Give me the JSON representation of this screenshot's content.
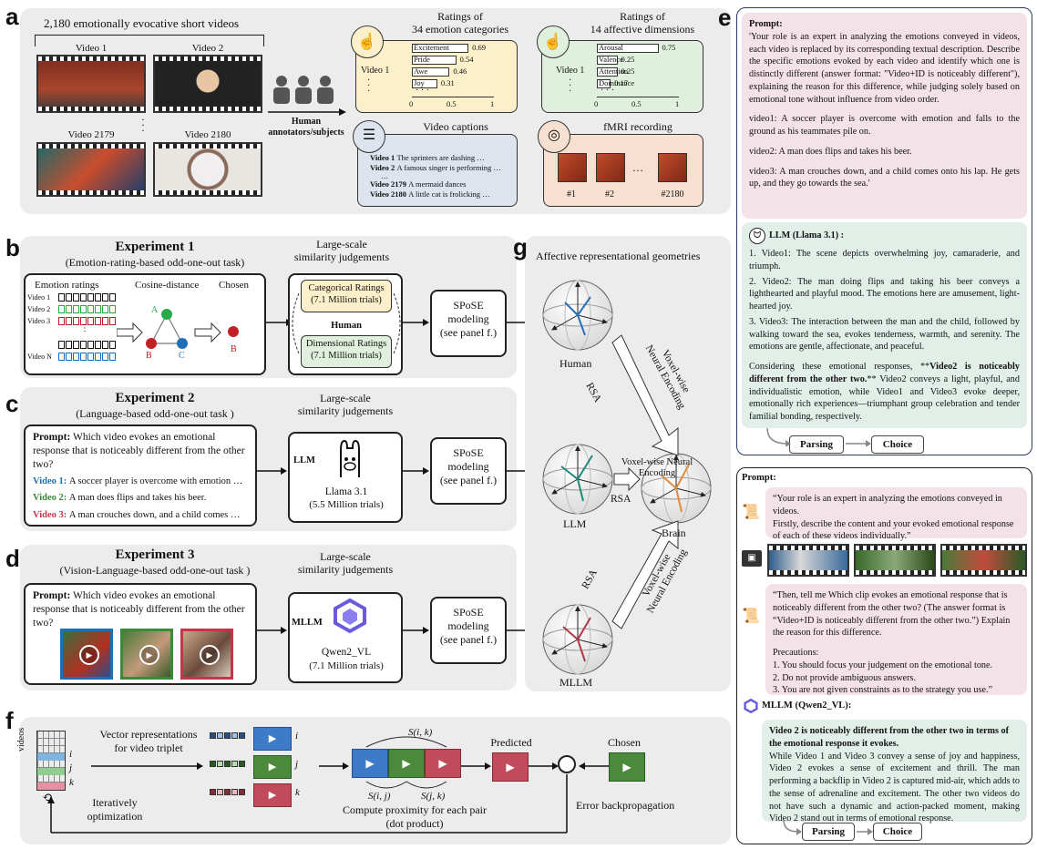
{
  "labels": {
    "a": "a",
    "b": "b",
    "c": "c",
    "d": "d",
    "e": "e",
    "f": "f",
    "g": "g"
  },
  "panel_a": {
    "title": "2,180 emotionally evocative short videos",
    "videos": [
      "Video 1",
      "Video 2",
      "Video 2179",
      "Video 2180"
    ],
    "annotators": "Human\nannotators/subjects",
    "ratings1_title": "Ratings of\n34 emotion categories",
    "ratings1_items": [
      {
        "label": "Excitement",
        "value": "0.69"
      },
      {
        "label": "Pride",
        "value": "0.54"
      },
      {
        "label": "Awe",
        "value": "0.46"
      },
      {
        "label": "Joy",
        "value": "0.31"
      }
    ],
    "ratings1_rowlabel": "Video 1",
    "ratings2_title": "Ratings of\n14 affective dimensions",
    "ratings2_items": [
      {
        "label": "Arousal",
        "value": "0.75"
      },
      {
        "label": "Valence",
        "value": "0.25"
      },
      {
        "label": "Attention",
        "value": "0.25"
      },
      {
        "label": "Dominance",
        "value": "0.17"
      }
    ],
    "ratings2_rowlabel": "Video 1",
    "axis_ticks": [
      "0",
      "0.5",
      "1"
    ],
    "captions_title": "Video captions",
    "captions": [
      {
        "vid": "Video 1",
        "text": "The sprinters are dashing …"
      },
      {
        "vid": "Video 2",
        "text": "A famous singer is performing …"
      },
      {
        "vid": "Video 2179",
        "text": "A mermaid dances"
      },
      {
        "vid": "Video 2180",
        "text": "A little cat is frolicking …"
      }
    ],
    "fmri_title": "fMRI recording",
    "fmri_labels": [
      "#1",
      "#2",
      "#2180"
    ]
  },
  "panel_b": {
    "title": "Experiment 1",
    "subtitle": "(Emotion-rating-based odd-one-out task)",
    "emotion_ratings": "Emotion ratings",
    "video_labels": [
      "Video 1",
      "Video 2",
      "Video 3",
      "Video N"
    ],
    "cosine": "Cosine-distance",
    "chosen": "Chosen",
    "nodes": [
      "A",
      "B",
      "C"
    ],
    "chosen_node": "B",
    "judgements": "Large-scale\nsimilarity judgements",
    "cat_ratings": "Categorical Ratings\n(7.1 Million trials)",
    "human": "Human",
    "dim_ratings": "Dimensional Ratings\n(7.1 Million trials)",
    "spose": "SPoSE\nmodeling\n(see panel f.)"
  },
  "panel_c": {
    "title": "Experiment 2",
    "subtitle": "(Language-based odd-one-out task )",
    "prompt_label": "Prompt:",
    "prompt_text": "Which video evokes an emotional response that is noticeably different from the other two?",
    "video_lines": [
      {
        "vid": "Video 1:",
        "text": "A soccer player is overcome with emotion …",
        "color": "#1f6fb5"
      },
      {
        "vid": "Video 2:",
        "text": "A man does flips and takes his beer.",
        "color": "#3a8a3a"
      },
      {
        "vid": "Video 3:",
        "text": "A man crouches down, and a child comes …",
        "color": "#c0364b"
      }
    ],
    "judgements": "Large-scale\nsimilarity judgements",
    "model_tag": "LLM",
    "model_name": "Llama 3.1",
    "model_trials": "(5.5 Million trials)",
    "spose": "SPoSE\nmodeling\n(see panel f.)"
  },
  "panel_d": {
    "title": "Experiment 3",
    "subtitle": "(Vision-Language-based odd-one-out task )",
    "prompt_label": "Prompt:",
    "prompt_text": "Which video evokes an emotional response that is noticeably different from the other two?",
    "judgements": "Large-scale\nsimilarity judgements",
    "model_tag": "MLLM",
    "model_name": "Qwen2_VL",
    "model_trials": "(7.1 Million trials)",
    "spose": "SPoSE\nmodeling\n(see panel f.)"
  },
  "panel_g": {
    "title": "Affective representational geometries",
    "human": "Human",
    "llm": "LLM",
    "mllm": "MLLM",
    "brain": "Brain",
    "voxel1": "Voxel-wise\nNeural Encoding",
    "rsa1": "RSA",
    "voxel2": "Voxel-wise Neural\nEncoding",
    "rsa2": "RSA",
    "voxel3": "Voxel-wise\nNeural Encoding",
    "rsa3": "RSA"
  },
  "panel_e": {
    "prompt_label": "Prompt:",
    "prompt_para1": "'Your role is an expert in analyzing the emotions conveyed in videos, each video is replaced by its corresponding textual description. Describe the specific emotions evoked by each video and identify which one is distinctly different (answer format: \"Video+ID is noticeably different\"), explaining the reason for this difference, while judging solely based on emotional tone without influence from video order.",
    "prompt_para2": "video1: A soccer player is overcome with emotion and falls to the ground as his teammates pile on.",
    "prompt_para3": "video2: A man does flips and takes his beer.",
    "prompt_para4": "video3: A man crouches down, and a child comes onto his lap. He gets up, and they go towards the sea.'",
    "llm_label": "LLM (Llama 3.1) :",
    "resp1": "1. Video1:  The scene depicts overwhelming joy, camaraderie, and triumph.",
    "resp2": "2. Video2:  The man doing flips and taking his beer conveys a lighthearted and playful mood. The emotions here are amusement, light-hearted joy.",
    "resp3": "3. Video3:  The interaction between the man and the child, followed by walking toward the sea, evokes tenderness, warmth, and serenity. The emotions are gentle, affectionate, and peaceful.",
    "resp4a": "Considering these emotional responses, **",
    "resp4b": "Video2 is noticeably different from the other two.",
    "resp4c": "**  Video2 conveys a light, playful, and individualistic emotion, while Video1 and Video3 evoke deeper, emotionally rich experiences—triumphant group celebration and tender familial bonding, respectively.",
    "parsing": "Parsing",
    "choice": "Choice"
  },
  "panel_e2": {
    "prompt_label": "Prompt:",
    "prompt1": "“Your role is an expert in analyzing the emotions conveyed in videos.\nFirstly,  describe the content and your evoked emotional response of each of these videos individually.”",
    "prompt2": "“Then, tell me Which clip evokes an emotional response that is noticeably different from the other two? (The answer format is “Video+ID is noticeably different from the other two.”)  Explain the reason for this difference.",
    "precautions": "Precautions:",
    "prec_items": [
      "1. You should focus your judgement on the emotional tone.",
      "2. Do not provide ambiguous answers.",
      "3. You are not given constraints as to the strategy you use.”"
    ],
    "mllm_label": "MLLM (Qwen2_VL):",
    "answer_bold": "Video 2 is noticeably different from the other two in terms of the emotional response it evokes.",
    "answer_text": "While Video 1 and Video 3 convey a sense of joy and happiness, Video 2 evokes a sense of excitement and thrill. The man performing a backflip in Video 2 is captured mid-air, which adds to the sense of adrenaline and excitement. The other two videos do not have such a dynamic and action-packed moment, making Video 2 stand out in terms of emotional response.",
    "parsing": "Parsing",
    "choice": "Choice"
  },
  "panel_f": {
    "axis_label": "videos",
    "row_labels": [
      "i",
      "j",
      "k"
    ],
    "vec_text": "Vector representations\nfor video triplet",
    "iter_text": "Iteratively\noptimization",
    "sik": "S(i, k)",
    "sij": "S(i, j)",
    "sjk": "S(j, k)",
    "compute": "Compute proximity for each pair\n(dot product)",
    "predicted": "Predicted",
    "chosen": "Chosen",
    "error": "Error backpropagation"
  },
  "colors": {
    "blue": "#1f6fb5",
    "green": "#3a8a3a",
    "red": "#c0364b",
    "panel": "#ececec"
  }
}
